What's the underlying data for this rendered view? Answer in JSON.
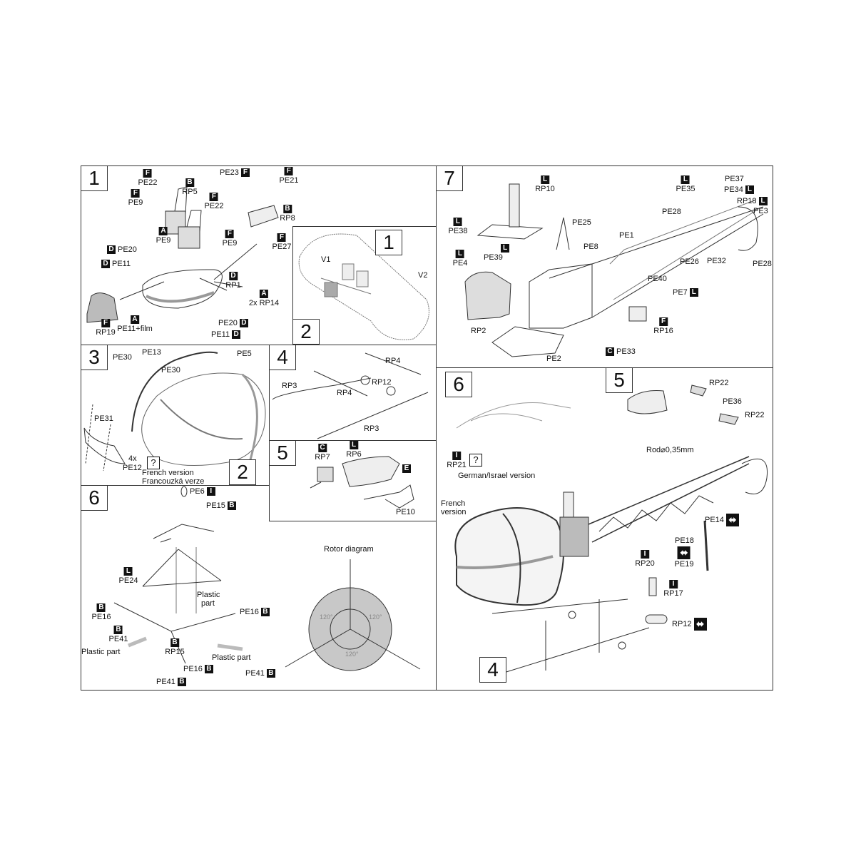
{
  "colors": {
    "line": "#333333",
    "shade": "#bdbdbd",
    "badge": "#111111"
  },
  "steps": {
    "s1": "1",
    "s2": "2",
    "s1b": "1",
    "s2b": "2",
    "s3": "3",
    "s4": "4",
    "s5": "5",
    "s6": "6",
    "s7": "7",
    "f6": "6",
    "f5": "5",
    "f4": "4"
  },
  "panel1": {
    "labels": [
      {
        "text": "PE22",
        "badge": "F"
      },
      {
        "text": "RP5",
        "badge": "B"
      },
      {
        "text": "PE9",
        "badge": "F"
      },
      {
        "text": "PE23",
        "badge": "F"
      },
      {
        "text": "PE21",
        "badge": "F"
      },
      {
        "text": "PE22",
        "badge": "F"
      },
      {
        "text": "RP8",
        "badge": "B"
      },
      {
        "text": "PE9",
        "badge": "A"
      },
      {
        "text": "PE9",
        "badge": "F"
      },
      {
        "text": "PE27",
        "badge": "F"
      },
      {
        "text": "PE20",
        "badge": "D"
      },
      {
        "text": "PE11",
        "badge": "D"
      },
      {
        "text": "RP1",
        "badge": "D"
      },
      {
        "text": "2x RP14",
        "badge": "A"
      },
      {
        "text": "PE11+film",
        "badge": "A"
      },
      {
        "text": "RP19",
        "badge": "F"
      },
      {
        "text": "PE20",
        "badge": "D"
      },
      {
        "text": "PE11",
        "badge": "D"
      }
    ],
    "inset": {
      "v1": "V1",
      "v2": "V2"
    }
  },
  "panel3": {
    "labels": [
      {
        "text": "PE30"
      },
      {
        "text": "PE13"
      },
      {
        "text": "PE30"
      },
      {
        "text": "PE5"
      },
      {
        "text": "PE31"
      },
      {
        "text": "4x"
      },
      {
        "text": "PE12"
      },
      {
        "text": "",
        "badge": "?"
      }
    ],
    "note_line1": "French version",
    "note_line2": "Francouzká verze"
  },
  "panel4": {
    "labels": [
      {
        "text": "RP4"
      },
      {
        "text": "RP12"
      },
      {
        "text": "RP3"
      },
      {
        "text": "RP4"
      },
      {
        "text": "RP3"
      }
    ]
  },
  "panel5": {
    "labels": [
      {
        "text": "RP7",
        "badge": "C"
      },
      {
        "text": "RP6",
        "badge": "L"
      },
      {
        "text": "",
        "badge": "E"
      },
      {
        "text": "PE10"
      }
    ]
  },
  "panel6": {
    "labels": [
      {
        "text": "PE6",
        "badge": "I"
      },
      {
        "text": "PE15",
        "badge": "B"
      },
      {
        "text": "PE24",
        "badge": "L"
      },
      {
        "text": "Plastic"
      },
      {
        "text": "part"
      },
      {
        "text": "PE16",
        "badge": "B"
      },
      {
        "text": "PE16",
        "badge": "B"
      },
      {
        "text": "PE41",
        "badge": "B"
      },
      {
        "text": "Plastic part"
      },
      {
        "text": "RP15",
        "badge": "B"
      },
      {
        "text": "Plastic part"
      },
      {
        "text": "PE16",
        "badge": "B"
      },
      {
        "text": "PE41",
        "badge": "B"
      },
      {
        "text": "PE41",
        "badge": "B"
      }
    ],
    "rotor": {
      "title": "Rotor diagram",
      "angles": [
        "120°",
        "120°",
        "120°"
      ]
    }
  },
  "panel7": {
    "labels": [
      {
        "text": "RP10",
        "badge": "L"
      },
      {
        "text": "PE38",
        "badge": "L"
      },
      {
        "text": "PE4",
        "badge": "L"
      },
      {
        "text": "",
        "badge": "L"
      },
      {
        "text": "PE39"
      },
      {
        "text": "RP2"
      },
      {
        "text": "PE25"
      },
      {
        "text": "PE8"
      },
      {
        "text": "PE1"
      },
      {
        "text": "PE2"
      },
      {
        "text": "PE33",
        "badge": "C"
      },
      {
        "text": "RP16",
        "badge": "F"
      },
      {
        "text": "PE7",
        "badge": "L"
      },
      {
        "text": "PE40"
      },
      {
        "text": "PE26"
      },
      {
        "text": "PE32"
      },
      {
        "text": "PE28"
      },
      {
        "text": "PE28"
      },
      {
        "text": "PE35",
        "badge": "L"
      },
      {
        "text": "PE37"
      },
      {
        "text": "PE34",
        "badge": "L"
      },
      {
        "text": "RP18",
        "badge": "L"
      },
      {
        "text": "PE3"
      }
    ]
  },
  "final": {
    "labels": [
      {
        "text": "RP22"
      },
      {
        "text": "PE36"
      },
      {
        "text": "RP22"
      },
      {
        "text": "Rod⌀0,35mm"
      },
      {
        "text": "RP21",
        "badge": "I"
      },
      {
        "text": "",
        "badge": "?"
      },
      {
        "text": "German/Israel version"
      },
      {
        "text": "French"
      },
      {
        "text": "version"
      },
      {
        "text": "PE14",
        "badge": "arrow"
      },
      {
        "text": "PE18"
      },
      {
        "text": "PE19",
        "badge": "arrow"
      },
      {
        "text": "RP20",
        "badge": "I"
      },
      {
        "text": "RP17",
        "badge": "I"
      },
      {
        "text": "RP12",
        "badge": "arrow"
      }
    ]
  },
  "icons": {
    "arrow_badge": "double-arrow-badge-icon",
    "question_badge": "question-mark-badge-icon"
  }
}
